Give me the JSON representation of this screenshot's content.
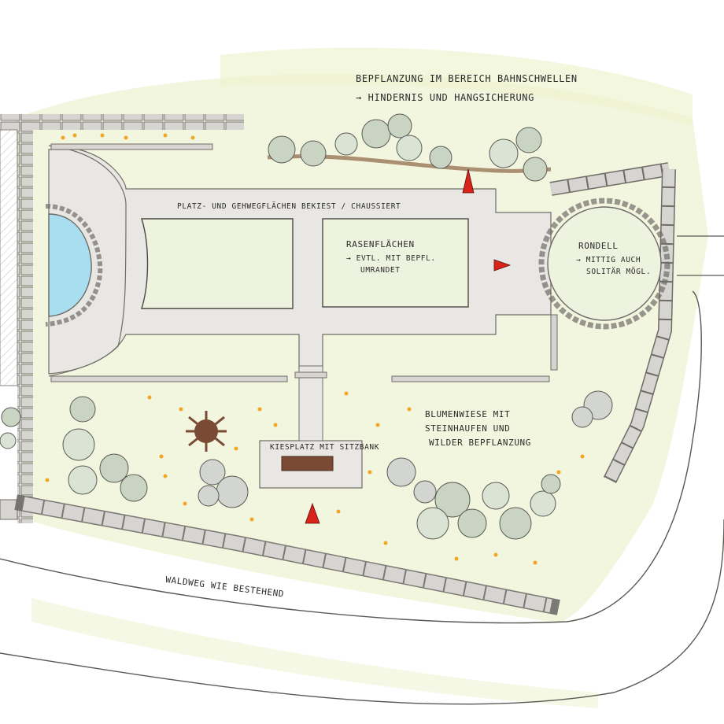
{
  "labels": {
    "note_line1": "BEPFLANZUNG IM BEREICH BAHNSCHWELLEN",
    "note_line2": "→ HINDERNIS UND HANGSICHERUNG",
    "paving": "PLATZ- UND GEHWEGFLÄCHEN BEKIEST / CHAUSSIERT",
    "lawn_1": "RASENFLÄCHEN",
    "lawn_2": "→ EVTL. MIT BEPFL.",
    "lawn_3": "UMRANDET",
    "rondell_1": "RONDELL",
    "rondell_2": "→ MITTIG AUCH",
    "rondell_3": "SOLITÄR MÖGL.",
    "meadow_1": "BLUMENWIESE MIT",
    "meadow_2": "STEINHAUFEN UND",
    "meadow_3": "WILDER BEPFLANZUNG",
    "bench": "KIESPLATZ MIT SITZBANK",
    "forest_path": "WALDWEG WIE BESTEHEND"
  },
  "colors": {
    "meadow": "#eef2d4",
    "lawn": "#eef3df",
    "gravel": "#e8e6e3",
    "wall": "#cfcdc9",
    "water": "#a9def0",
    "shrub": "#c9d4c2",
    "flower": "#f2a526",
    "arrow": "#d9241a",
    "wood": "#7a4a34"
  }
}
